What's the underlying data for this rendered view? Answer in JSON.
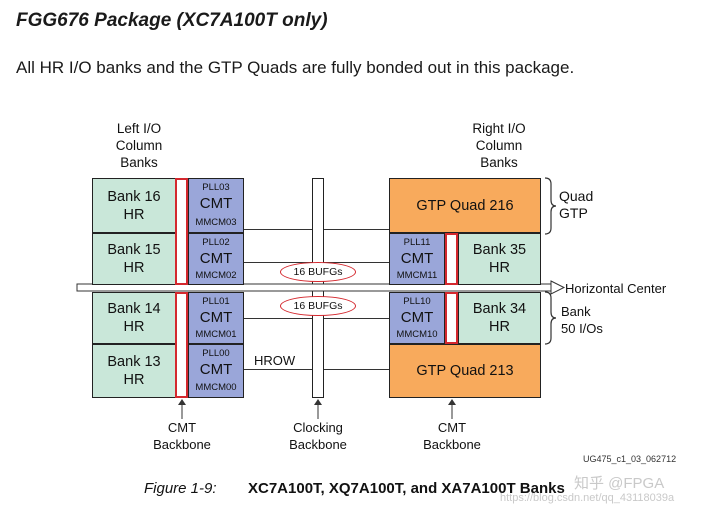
{
  "heading": "FGG676 Package (XC7A100T only)",
  "intro": "All HR I/O banks and the GTP Quads are fully bonded out in this package.",
  "labels": {
    "left_column": [
      "Left I/O",
      "Column",
      "Banks"
    ],
    "right_column": [
      "Right I/O",
      "Column",
      "Banks"
    ],
    "quad_gtp": [
      "Quad",
      "GTP"
    ],
    "horizontal_center": "Horizontal Center",
    "bank_ios": [
      "Bank",
      "50 I/Os"
    ],
    "hrow": "HROW",
    "cmt_backbone_left": [
      "CMT",
      "Backbone"
    ],
    "clocking_backbone": [
      "Clocking",
      "Backbone"
    ],
    "cmt_backbone_right": [
      "CMT",
      "Backbone"
    ],
    "figure_id": "UG475_c1_03_062712"
  },
  "left_banks": [
    {
      "name": "Bank 16",
      "type": "HR"
    },
    {
      "name": "Bank 15",
      "type": "HR"
    },
    {
      "name": "Bank 14",
      "type": "HR"
    },
    {
      "name": "Bank 13",
      "type": "HR"
    }
  ],
  "left_cmts": [
    {
      "pll": "PLL03",
      "cmt": "CMT",
      "mmcm": "MMCM03"
    },
    {
      "pll": "PLL02",
      "cmt": "CMT",
      "mmcm": "MMCM02"
    },
    {
      "pll": "PLL01",
      "cmt": "CMT",
      "mmcm": "MMCM01"
    },
    {
      "pll": "PLL00",
      "cmt": "CMT",
      "mmcm": "MMCM00"
    }
  ],
  "right_cmts": [
    {
      "pll": "PLL11",
      "cmt": "CMT",
      "mmcm": "MMCM11"
    },
    {
      "pll": "PLL10",
      "cmt": "CMT",
      "mmcm": "MMCM10"
    }
  ],
  "right_banks": [
    {
      "name": "Bank  35",
      "type": "HR"
    },
    {
      "name": "Bank 34",
      "type": "HR"
    }
  ],
  "gtp_quads": [
    "GTP Quad 216",
    "GTP  Quad 213"
  ],
  "bufgs": [
    "16 BUFGs",
    "16 BUFGs"
  ],
  "caption": {
    "prefix": "Figure 1-9:",
    "title": "XC7A100T, XQ7A100T, and XA7A100T Banks"
  },
  "watermark": {
    "brand": "知乎 @FPGA",
    "url": "https://blog.csdn.net/qq_43118039a"
  },
  "colors": {
    "bank": "#c9e7d9",
    "cmt": "#9aa6d9",
    "gtp": "#f8aa5c",
    "highlight": "#d4282e"
  }
}
